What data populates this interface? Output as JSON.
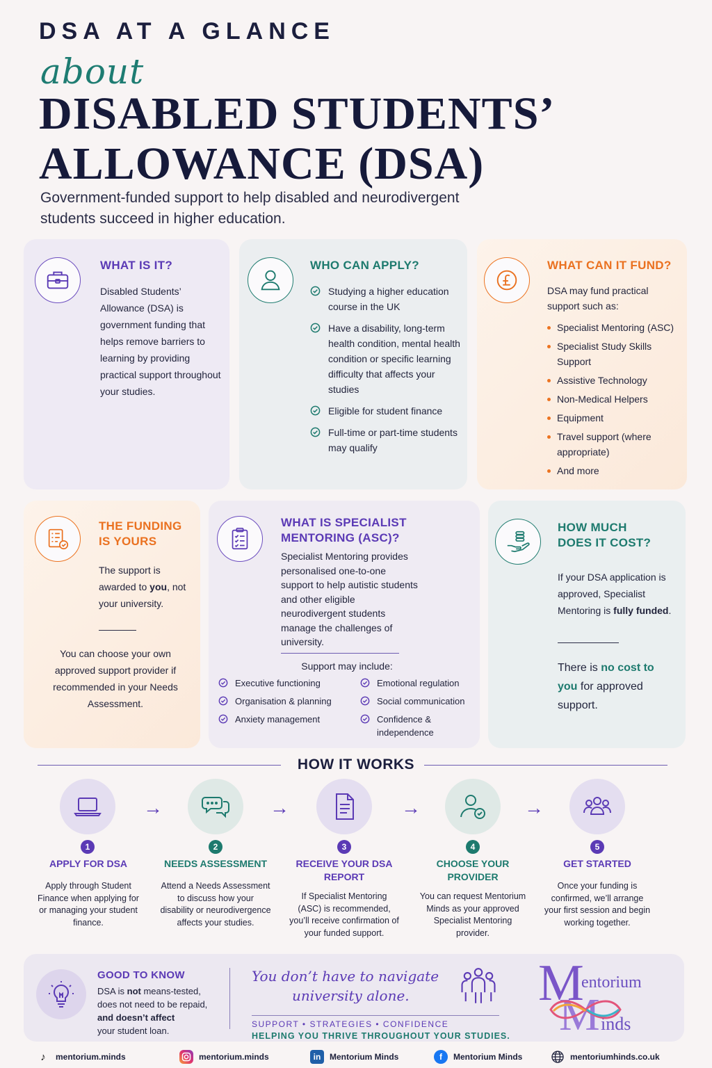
{
  "header": {
    "kicker": "DSA AT A GLANCE",
    "about": "about",
    "title_line1": "DISABLED STUDENTS’",
    "title_line2": "ALLOWANCE (DSA)",
    "subtitle": "Government-funded support to help disabled and neurodivergent students succeed in higher education."
  },
  "what_is_it": {
    "icon": "briefcase-icon",
    "heading": "WHAT IS IT?",
    "body": "Disabled Students’ Allowance (DSA) is government funding that helps remove barriers to learning by providing practical support throughout your studies."
  },
  "who_can_apply": {
    "icon": "person-icon",
    "heading": "WHO CAN APPLY?",
    "items": [
      "Studying a higher education course in the UK",
      "Have a disability, long-term health condition, mental health condition or specific learning difficulty that affects your studies",
      "Eligible for student finance",
      "Full-time or part-time students may qualify"
    ]
  },
  "what_can_it_fund": {
    "icon": "pound-icon",
    "heading": "WHAT CAN IT FUND?",
    "intro": "DSA may fund practical support such as:",
    "items": [
      "Specialist Mentoring (ASC)",
      "Specialist Study Skills Support",
      "Assistive Technology",
      "Non-Medical Helpers",
      "Equipment",
      "Travel support (where appropriate)",
      "And more"
    ]
  },
  "funding_is_yours": {
    "icon": "checklist-icon",
    "heading_line1": "THE FUNDING",
    "heading_line2": "IS YOURS",
    "p1_a": "The support is awarded to ",
    "p1_b": "you",
    "p1_c": ", not your university.",
    "p2": "You can choose your own approved support provider if recommended in your Needs Assessment."
  },
  "specialist_mentoring": {
    "icon": "clipboard-icon",
    "heading_line1": "WHAT IS SPECIALIST",
    "heading_line2": "MENTORING (ASC)?",
    "body": "Specialist Mentoring provides personalised one-to-one support to help autistic students and other eligible neurodivergent students manage the challenges of university.",
    "include_label": "Support may include:",
    "left_items": [
      "Executive functioning",
      "Organisation & planning",
      "Anxiety management"
    ],
    "right_items": [
      "Emotional regulation",
      "Social communication",
      "Confidence & independence"
    ]
  },
  "cost": {
    "icon": "coins-hand-icon",
    "heading_line1": "HOW MUCH",
    "heading_line2": "DOES IT COST?",
    "p1_a": "If your DSA application is approved, Specialist Mentoring is ",
    "p1_b": "fully funded",
    "p1_c": ".",
    "p2_a": "There is ",
    "p2_b": "no cost to you",
    "p2_c": " for approved support."
  },
  "how_it_works": {
    "title": "HOW IT WORKS",
    "steps": [
      {
        "num": "1",
        "icon": "laptop-icon",
        "title": "APPLY FOR DSA",
        "text": "Apply through Student Finance when applying for or managing your student finance."
      },
      {
        "num": "2",
        "icon": "chat-bubbles-icon",
        "title": "NEEDS ASSESSMENT",
        "text": "Attend a Needs Assessment to discuss how your disability or neurodivergence affects your studies."
      },
      {
        "num": "3",
        "icon": "document-icon",
        "title": "RECEIVE YOUR DSA REPORT",
        "text": "If Specialist Mentoring (ASC) is recommended, you’ll receive confirmation of your funded support."
      },
      {
        "num": "4",
        "icon": "person-check-icon",
        "title": "CHOOSE YOUR PROVIDER",
        "text": "You can request Mentorium Minds as your approved Specialist Mentoring provider."
      },
      {
        "num": "5",
        "icon": "group-icon",
        "title": "GET STARTED",
        "text": "Once your funding is confirmed, we’ll arrange your first session and begin working together."
      }
    ]
  },
  "good_to_know": {
    "icon": "lightbulb-icon",
    "heading": "GOOD TO KNOW",
    "l1_a": "DSA is ",
    "l1_b": "not",
    "l1_c": " means-tested,",
    "l2": "does not need to be repaid,",
    "l3_a": "and doesn’t affect",
    "l4": "your student loan."
  },
  "tagline": {
    "script_line1": "You don’t have to navigate",
    "script_line2": "university alone.",
    "pillars": "SUPPORT • STRATEGIES • CONFIDENCE",
    "strap": "HELPING YOU THRIVE THROUGHOUT YOUR STUDIES."
  },
  "logo": {
    "line1": "entorium",
    "line2": "inds",
    "letter": "M"
  },
  "socials": [
    {
      "icon": "tiktok-icon",
      "label": "mentorium.minds"
    },
    {
      "icon": "instagram-icon",
      "label": "mentorium.minds"
    },
    {
      "icon": "linkedin-icon",
      "label": "Mentorium Minds"
    },
    {
      "icon": "facebook-icon",
      "label": "Mentorium Minds"
    },
    {
      "icon": "globe-icon",
      "label": "mentoriumhinds.co.uk"
    }
  ],
  "colors": {
    "violet": "#5b3ab5",
    "teal": "#1d7a6e",
    "orange": "#ea7120",
    "navy": "#161a3a"
  }
}
